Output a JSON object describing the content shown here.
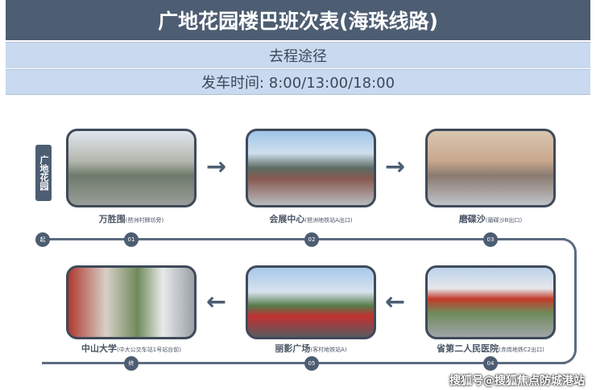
{
  "title": "广地花园楼巴班次表(海珠线路)",
  "subtitle": "去程途径",
  "departure": "发车时间: 8:00/13:00/18:00",
  "start_label": "广地花园",
  "stops": [
    {
      "name": "万胜围",
      "note": "(琶洲村牌坊旁)",
      "num": "01"
    },
    {
      "name": "会展中心",
      "note": "(琶洲地铁站A出口)",
      "num": "02"
    },
    {
      "name": "磨碟沙",
      "note": "(磨碟沙B出口)",
      "num": "03"
    },
    {
      "name": "省第二人民医院",
      "note": "(赤岗地铁C2出口)",
      "num": "04"
    },
    {
      "name": "丽影广场",
      "note": "(客村地铁站A)",
      "num": "05"
    },
    {
      "name": "中山大学",
      "note": "(中大公交车站1号站台前)",
      "num": "终"
    }
  ],
  "start_node": "起",
  "watermark": "搜狐号@搜狐焦点防城港站",
  "colors": {
    "primary": "#4d5d72",
    "band": "#c9daf0"
  }
}
